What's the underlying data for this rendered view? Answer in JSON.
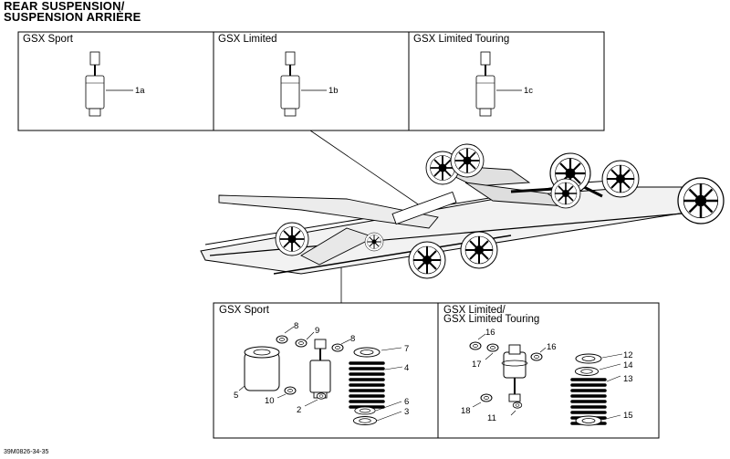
{
  "title": {
    "line1": "REAR SUSPENSION/",
    "line2": "SUSPENSION ARRIÈRE"
  },
  "reference": "39M0826-34-35",
  "top_panels": [
    {
      "label": "GSX Sport",
      "part": "1a"
    },
    {
      "label": "GSX Limited",
      "part": "1b"
    },
    {
      "label": "GSX Limited Touring",
      "part": "1c"
    }
  ],
  "bottom_panels": [
    {
      "label_lines": [
        "GSX Sport"
      ],
      "parts": [
        "8",
        "9",
        "8",
        "7",
        "4",
        "5",
        "10",
        "2",
        "6",
        "3"
      ]
    },
    {
      "label_lines": [
        "GSX Limited/",
        "GSX Limited Touring"
      ],
      "parts": [
        "16",
        "16",
        "17",
        "12",
        "14",
        "13",
        "18",
        "11",
        "15"
      ]
    }
  ]
}
